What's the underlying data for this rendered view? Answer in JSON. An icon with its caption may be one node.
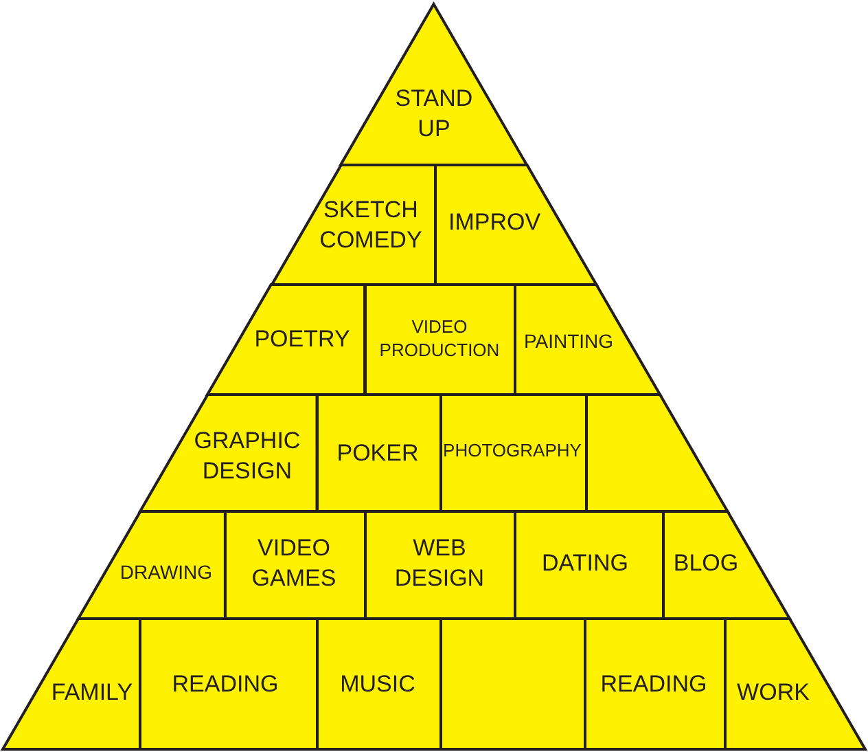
{
  "diagram": {
    "nodes": [
      {
        "text": [
          "STAND UP"
        ]
      },
      {
        "text": [
          "SKETCH COMEDY"
        ]
      },
      {
        "text": [
          "IMPROV"
        ]
      },
      {
        "text": [
          "POETRY"
        ]
      },
      {
        "text": [
          "VIDEO PRODUCTION"
        ]
      },
      {
        "text": [
          "PAINTING"
        ]
      },
      {
        "text": [
          "GRAPHIC DESIGN"
        ]
      },
      {
        "text": [
          "POKER"
        ]
      },
      {
        "text": [
          "PHOTOGRAPHY"
        ]
      },
      {
        "text": [],
        "shape": "box"
      },
      {
        "text": [
          "DRAWING"
        ]
      },
      {
        "text": [
          "VIDEO GAMES"
        ]
      },
      {
        "text": [
          "WEB DESIGN"
        ]
      },
      {
        "text": [
          "DATING"
        ]
      },
      {
        "text": [
          "BLOG"
        ]
      },
      {
        "text": [
          "FAMILY"
        ]
      },
      {
        "text": [
          "READING"
        ]
      },
      {
        "text": [
          "MUSIC"
        ]
      },
      {
        "text": [],
        "shape": "box"
      },
      {
        "text": [
          "READING"
        ]
      },
      {
        "text": [
          "WORK"
        ]
      }
    ]
  }
}
